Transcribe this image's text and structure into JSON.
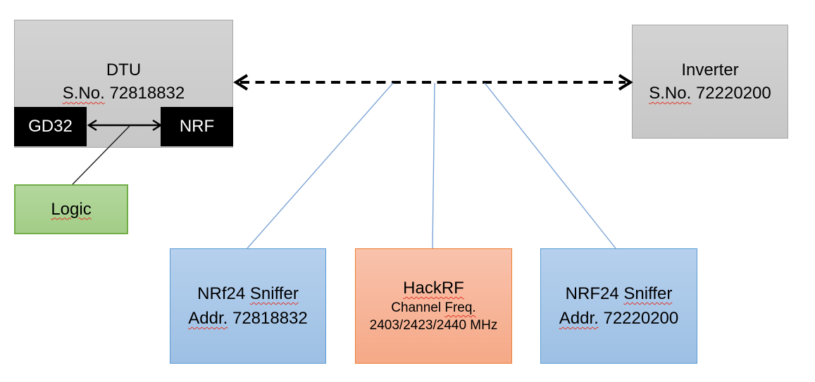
{
  "diagram": {
    "dtu": {
      "title": "DTU",
      "serial_label": "S.No.",
      "serial_value": "72818832",
      "chip_left": "GD32",
      "chip_right": "NRF"
    },
    "logic": {
      "label": "Logic"
    },
    "inverter": {
      "title": "Inverter",
      "serial_label": "S.No.",
      "serial_value": "72220200"
    },
    "sniffer_left": {
      "name": "NRf24",
      "type": "Sniffer",
      "addr_label": "Addr.",
      "addr_value": "72818832"
    },
    "hackrf": {
      "title": "HackRF",
      "freq_word1": "Channel",
      "freq_word2": "Freq.",
      "frequencies": "2403/2423/2440 MHz"
    },
    "sniffer_right": {
      "name": "NRF24",
      "type": "Sniffer",
      "addr_label": "Addr.",
      "addr_value": "72220200"
    },
    "colors": {
      "gray_fill": "#cbcbcb",
      "gray_border": "#a6a6a6",
      "black_fill": "#000000",
      "green_fill": "#a9d18e",
      "green_border": "#70ad47",
      "blue_fill": "#a8c7e9",
      "blue_border": "#5b9bd5",
      "orange_fill": "#f8b89e",
      "orange_border": "#ed7d31",
      "connector_blue": "#7da4d6",
      "arrow_black": "#000000",
      "squiggle_red": "#e0372a"
    }
  }
}
